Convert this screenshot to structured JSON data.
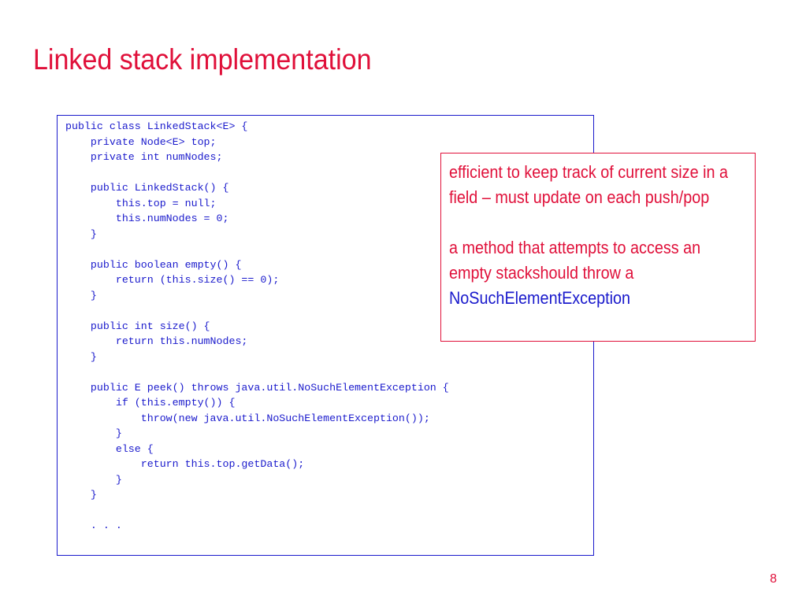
{
  "slide": {
    "title": "Linked stack implementation",
    "page_number": "8",
    "code_lines": [
      "public class LinkedStack<E> {",
      "    private Node<E> top;",
      "    private int numNodes;",
      "",
      "    public LinkedStack() {",
      "        this.top = null;",
      "        this.numNodes = 0;",
      "    }",
      "",
      "    public boolean empty() {",
      "        return (this.size() == 0);",
      "    }",
      "",
      "    public int size() {",
      "        return this.numNodes;",
      "    }",
      "",
      "    public E peek() throws java.util.NoSuchElementException {",
      "        if (this.empty()) {",
      "            throw(new java.util.NoSuchElementException());",
      "        }",
      "        else {",
      "            return this.top.getData();",
      "        }",
      "    }",
      "",
      "    . . ."
    ],
    "callout": {
      "paragraph1": "efficient to keep track of current size in a field – must update on each push/pop",
      "paragraph2": "a method that attempts to access an empty stackshould throw a",
      "exception_name": "NoSuchElementException"
    },
    "colors": {
      "accent_red": "#e0103a",
      "code_blue": "#1a1acc"
    }
  }
}
